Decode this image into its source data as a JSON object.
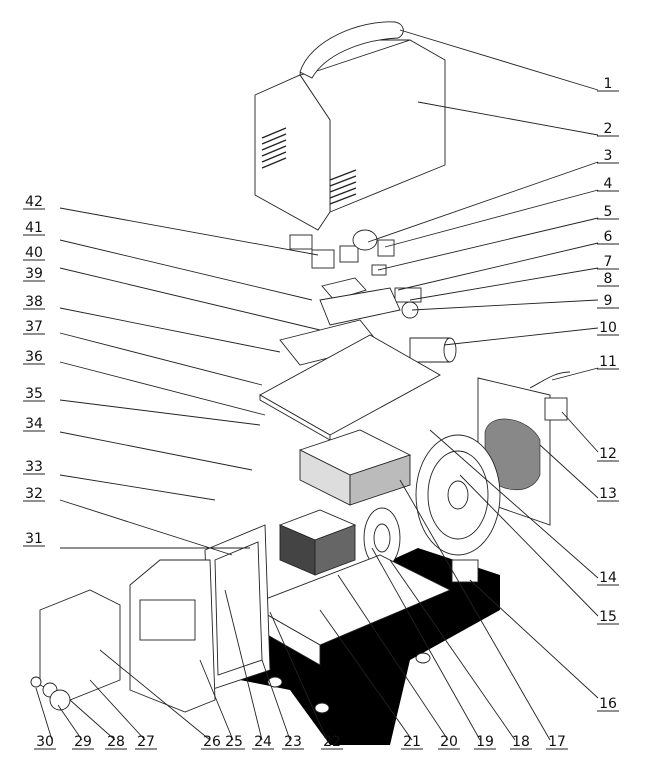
{
  "diagram": {
    "callouts": [
      "1",
      "2",
      "3",
      "4",
      "5",
      "6",
      "7",
      "8",
      "9",
      "10",
      "11",
      "12",
      "13",
      "14",
      "15",
      "16",
      "17",
      "18",
      "19",
      "20",
      "21",
      "22",
      "23",
      "24",
      "25",
      "26",
      "27",
      "28",
      "29",
      "30",
      "31",
      "32",
      "33",
      "34",
      "35",
      "36",
      "37",
      "38",
      "39",
      "40",
      "41",
      "42"
    ]
  },
  "colors": {
    "line": "#222222",
    "shadow": "#000000",
    "background": "#ffffff"
  }
}
